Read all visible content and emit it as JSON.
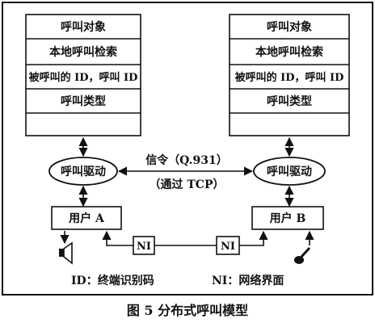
{
  "figure": {
    "caption": "图 5  分布式呼叫模型"
  },
  "left_stack": {
    "rows": [
      "呼叫对象",
      "本地呼叫检索",
      "被呼叫的 ID，呼叫 ID",
      "呼叫类型",
      ""
    ]
  },
  "right_stack": {
    "rows": [
      "呼叫对象",
      "本地呼叫检索",
      "被呼叫的 ID，呼叫 ID",
      "呼叫类型",
      ""
    ]
  },
  "left_driver": {
    "label": "呼叫驱动"
  },
  "right_driver": {
    "label": "呼叫驱动"
  },
  "signaling": {
    "line1": "信令（Q.931）",
    "line2": "（通过 TCP）"
  },
  "user_a": {
    "label": "用户 A"
  },
  "user_b": {
    "label": "用户 B"
  },
  "ni_left": {
    "label": "NI"
  },
  "ni_right": {
    "label": "NI"
  },
  "legend": {
    "id_note": "ID：终端识别码",
    "ni_note": "NI：网络界面"
  },
  "icons": {
    "speaker": "speaker-icon",
    "microphone": "microphone-icon"
  }
}
